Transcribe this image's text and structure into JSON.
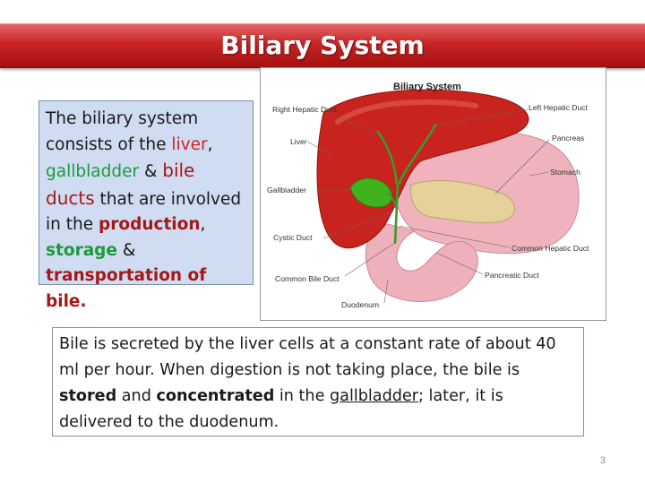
{
  "slide": {
    "title": "Biliary System",
    "page_number": "3"
  },
  "info": {
    "t1": "The biliary system consists of the ",
    "liver": "liver",
    "t2": ", ",
    "gallbladder": "gallbladder",
    "t3": " & ",
    "bile_ducts": "bile ducts",
    "t4": " that are involved in the ",
    "production": "production",
    "t5": ", ",
    "storage": "storage",
    "t6": " & ",
    "transportation": "transportation of bile."
  },
  "diagram": {
    "title": "Biliary System",
    "labels": {
      "right_hepatic_duct": "Right Hepatic Duct",
      "left_hepatic_duct": "Left Hepatic Duct",
      "liver": "Liver",
      "pancreas": "Pancreas",
      "stomach": "Stomach",
      "gallbladder": "Gallbladder",
      "cystic_duct": "Cystic Duct",
      "common_hepatic_duct": "Common Hepatic Duct",
      "pancreatic_duct": "Pancreatic Duct",
      "common_bile_duct": "Common Bile Duct",
      "duodenum": "Duodenum"
    }
  },
  "bile": {
    "t1": "Bile is secreted by the liver cells at a constant rate of about 40 ml per hour. When digestion is not taking place, the bile is ",
    "stored": "stored",
    "t2": " and ",
    "concentrated": "concentrated",
    "t3": " in the ",
    "gallbladder": "gallbladder",
    "t4": "; later, it is delivered to the duodenum."
  },
  "colors": {
    "title_bar": "#c92525",
    "info_bg": "#cfdcf1",
    "liver": "#c8231e",
    "gallbladder": "#3fb21c",
    "stomach": "#f0b3bd",
    "pancreas": "#e5d29a"
  }
}
